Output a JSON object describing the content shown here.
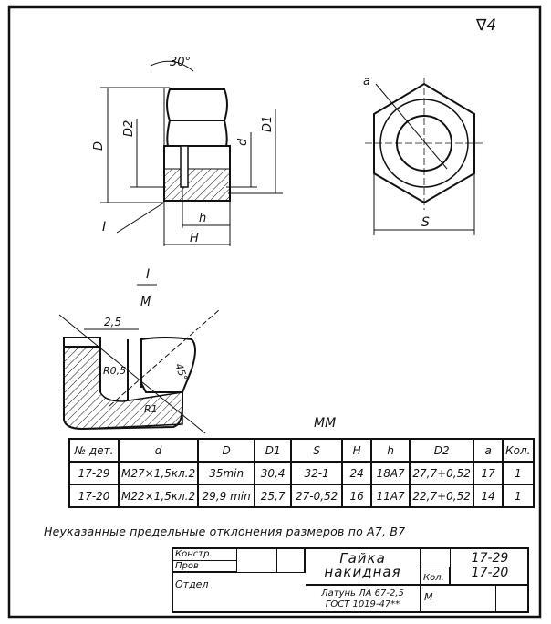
{
  "surface_mark": "∇4",
  "views": {
    "front": {
      "angle_label": "30°",
      "D": "D",
      "D2": "D2",
      "d": "d",
      "D1": "D1",
      "h": "h",
      "H": "H",
      "section_mark": "I"
    },
    "side": {
      "a": "a",
      "S": "S"
    },
    "detail": {
      "title": "I",
      "scale": "M",
      "dim_width": "2,5",
      "radius_small": "R0,5",
      "radius_large": "R1",
      "angle": "45°"
    }
  },
  "units_label": "MM",
  "table": {
    "headers": [
      "№ дет.",
      "d",
      "D",
      "D1",
      "S",
      "H",
      "h",
      "D2",
      "a",
      "Кол."
    ],
    "rows": [
      [
        "17-29",
        "M27×1,5кл.2",
        "35min",
        "30,4",
        "32-1",
        "24",
        "18A7",
        "27,7+0,52",
        "17",
        "1"
      ],
      [
        "17-20",
        "M22×1,5кл.2",
        "29,9 min",
        "25,7",
        "27-0,52",
        "16",
        "11A7",
        "22,7+0,52",
        "14",
        "1"
      ]
    ]
  },
  "note": "Неуказанные предельные отклонения размеров по A7, B7",
  "title_block": {
    "konstr": "Констр.",
    "prov": "Пров",
    "otdel": "Отдел",
    "name_line1": "Гайка",
    "name_line2": "накидная",
    "kol": "Кол.",
    "number1": "17-29",
    "number2": "17-20",
    "material_line1": "Латунь ЛА 67-2,5",
    "material_line2": "ГОСТ 1019-47**",
    "scale": "М"
  }
}
